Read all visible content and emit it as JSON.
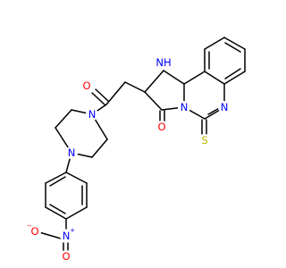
{
  "structure": {
    "atom_labels": {
      "nh": "NH",
      "n_quinazoline": "N",
      "n_bridge": "N",
      "o_ring": "O",
      "s_thione": "S",
      "o_amide": "O",
      "n_piperazine_top": "N",
      "n_piperazine_bottom": "N",
      "n_nitro": "N",
      "o_nitro_terminal": "O",
      "o_nitro_double": "O"
    },
    "charges": {
      "nitro_n": "+",
      "nitro_o": "−"
    },
    "colors": {
      "bond": "#000000",
      "nitrogen": "#0000ff",
      "oxygen": "#ff0000",
      "sulfur": "#b8b800",
      "background": "#ffffff"
    }
  }
}
